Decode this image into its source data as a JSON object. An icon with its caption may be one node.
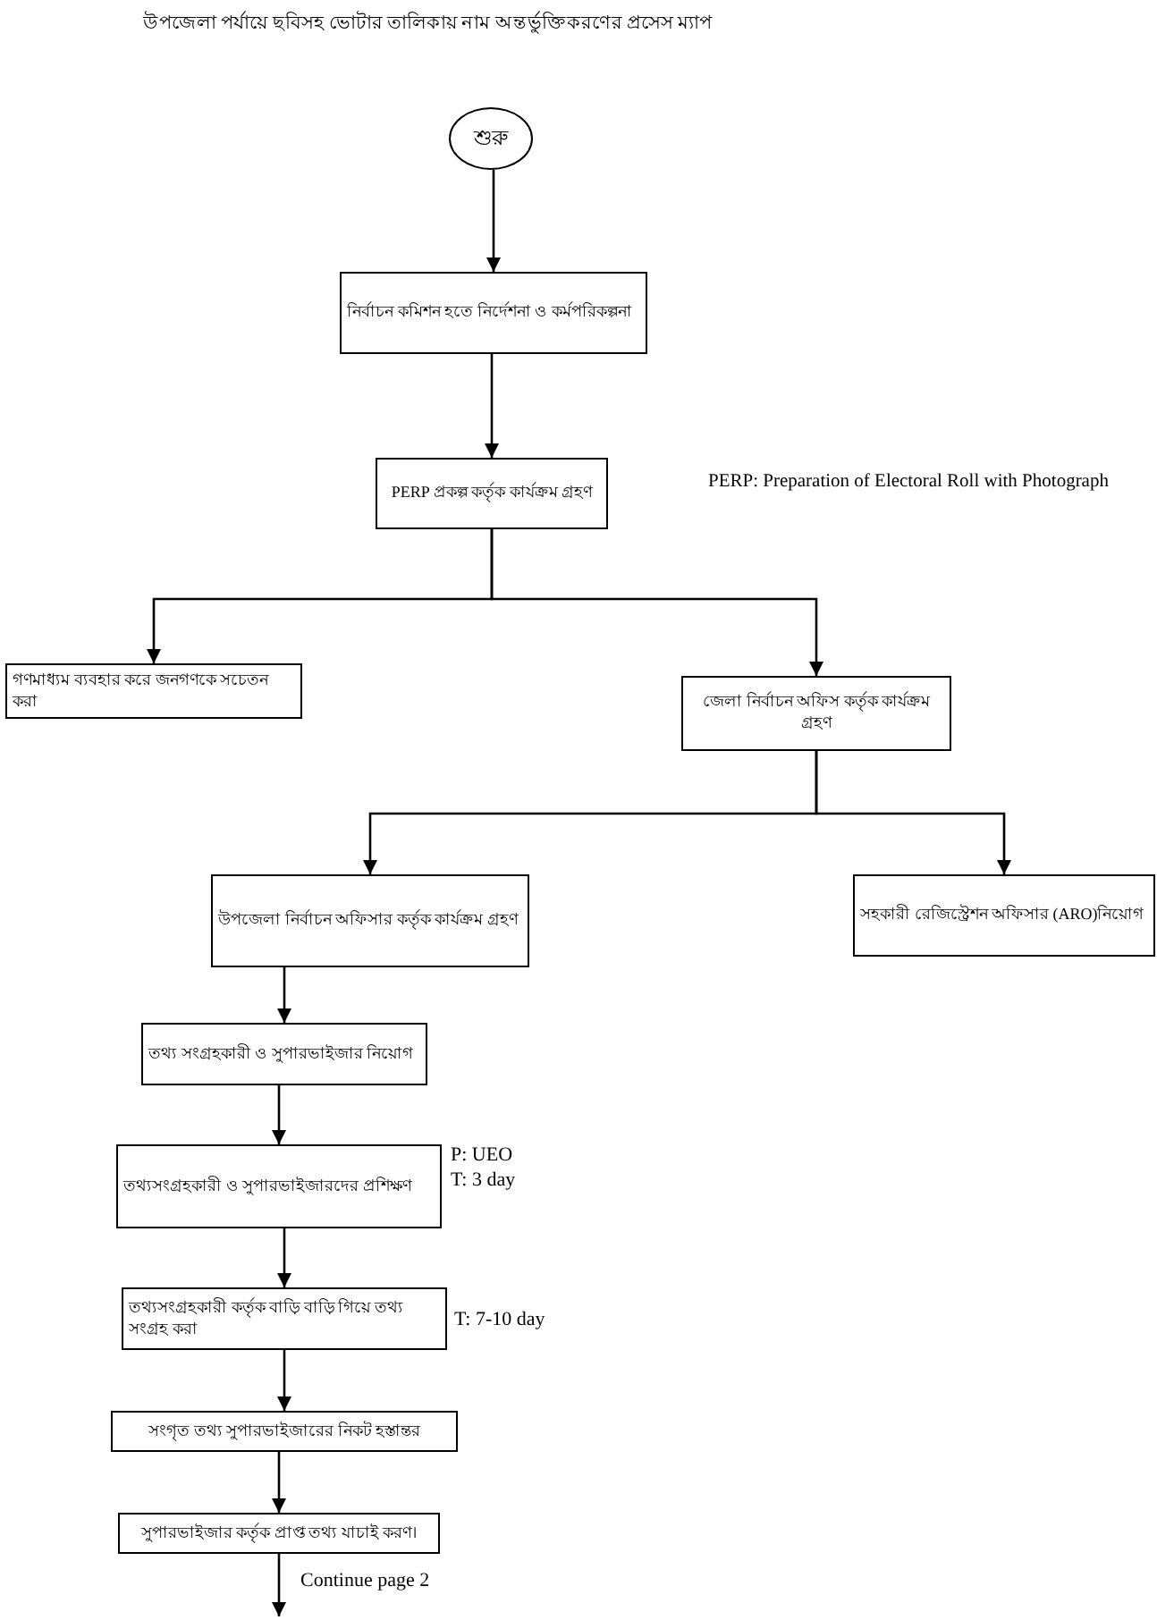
{
  "diagram": {
    "title": "উপজেলা পর্যায়ে ছবিসহ ভোটার তালিকায় নাম অন্তর্ভুক্তিকরণের প্রসেস ম্যাপ",
    "nodes": [
      {
        "text": [
          "শুরু"
        ]
      },
      {
        "text": [
          "নির্বাচন কমিশন হতে নির্দেশনা ও কর্মপরিকল্পনা"
        ]
      },
      {
        "text": [
          "PERP প্রকল্প কর্তৃক কার্যক্রম গ্রহণ"
        ]
      },
      {
        "text": [
          "গণমাধ্যম ব্যবহার করে জনগণকে সচেতন করা"
        ]
      },
      {
        "text": [
          "জেলা নির্বাচন অফিস কর্তৃক কার্যক্রম গ্রহণ"
        ]
      },
      {
        "text": [
          "উপজেলা নির্বাচন অফিসার কর্তৃক কার্যক্রম গ্রহণ"
        ]
      },
      {
        "text": [
          "সহকারী রেজিস্ট্রেশন অফিসার (ARO)নিয়োগ"
        ]
      },
      {
        "text": [
          "তথ্য সংগ্রহকারী ও সুপারভাইজার নিয়োগ"
        ]
      },
      {
        "text": [
          "তথ্যসংগ্রহকারী ও সুপারভাইজারদের প্রশিক্ষণ"
        ],
        "beside": [
          "P: UEO",
          "T: 3 day"
        ]
      },
      {
        "text": [
          "তথ্যসংগ্রহকারী কর্তৃক বাড়ি বাড়ি গিয়ে তথ্য সংগ্রহ করা"
        ],
        "beside": [
          "T: 7-10 day"
        ]
      },
      {
        "text": [
          "সংগৃত তথ্য সুপারভাইজারের নিকট হস্তান্তর"
        ]
      },
      {
        "text": [
          "সুপারভাইজার কর্তৃক প্রাপ্ত তথ্য যাচাই করণ।"
        ]
      }
    ],
    "edges": [
      {
        "from": 0,
        "to": 1,
        "arrow": "to"
      },
      {
        "from": 1,
        "to": 2,
        "arrow": "to"
      },
      {
        "from": 2,
        "to": 3,
        "arrow": "to"
      },
      {
        "from": 2,
        "to": 4,
        "arrow": "to"
      },
      {
        "from": 4,
        "to": 5,
        "arrow": "to"
      },
      {
        "from": 4,
        "to": 6,
        "arrow": "to"
      },
      {
        "from": 5,
        "to": 7,
        "arrow": "to"
      },
      {
        "from": 7,
        "to": 8,
        "arrow": "to"
      },
      {
        "from": 8,
        "to": 9,
        "arrow": "to"
      },
      {
        "from": 9,
        "to": 10,
        "arrow": "to"
      },
      {
        "from": 10,
        "to": 11,
        "arrow": "to"
      },
      {
        "from": 11,
        "to": null,
        "arrow": "to",
        "label": "Continue page 2"
      }
    ],
    "labels": [
      "PERP: Preparation of Electoral Roll with Photograph"
    ]
  }
}
